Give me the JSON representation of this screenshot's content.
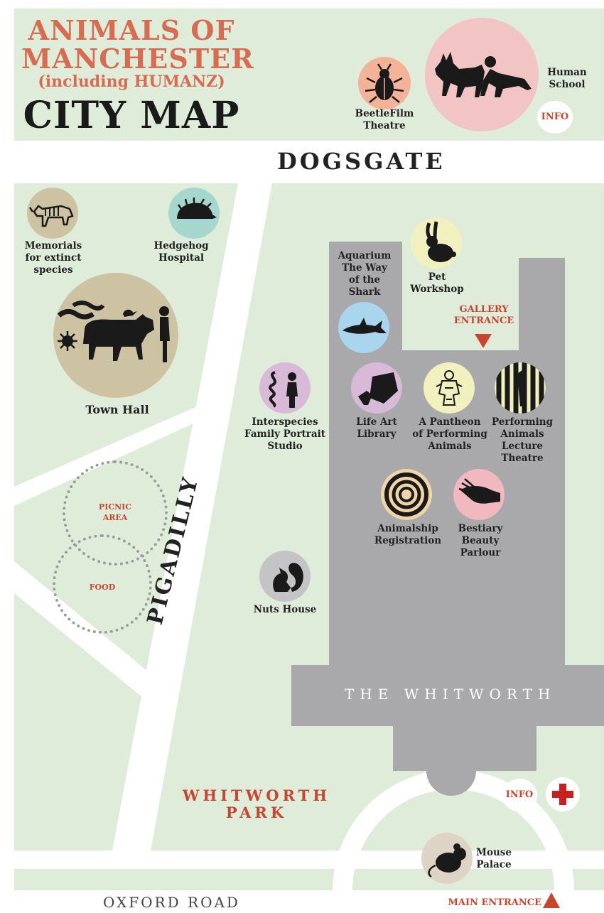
{
  "header": {
    "title_line1": "ANIMALS OF",
    "title_line2": "MANCHESTER",
    "title_line3": "(including HUMANZ)",
    "title_line4": "CITY MAP"
  },
  "roads": {
    "top": "DOGSGATE",
    "diagonal": "PIGADILLY",
    "bottom": "OXFORD ROAD",
    "park": "WHITWORTH\nPARK",
    "building": "THE WHITWORTH"
  },
  "places": {
    "beetle": "BeetleFilm\nTheatre",
    "human_school": "Human\nSchool",
    "info_top": "INFO",
    "memorials": "Memorials\nfor extinct\nspecies",
    "hedgehog": "Hedgehog\nHospital",
    "town_hall": "Town Hall",
    "aquarium": "Aquarium\nThe Way\nof the\nShark",
    "pet_workshop": "Pet\nWorkshop",
    "gallery_entrance": "GALLERY\nENTRANCE",
    "portrait": "Interspecies\nFamily Portrait\nStudio",
    "life_art": "Life Art\nLibrary",
    "pantheon": "A Pantheon\nof Performing\nAnimals",
    "lecture": "Performing\nAnimals\nLecture\nTheatre",
    "registration": "Animalship\nRegistration",
    "beauty": "Bestiary\nBeauty\nParlour",
    "picnic": "PICNIC\nAREA",
    "food": "FOOD",
    "nuts": "Nuts House",
    "info_bottom": "INFO",
    "mouse": "Mouse\nPalace",
    "main_entrance": "MAIN ENTRANCE"
  },
  "colors": {
    "ground": "#deecd9",
    "road": "#ffffff",
    "building": "#a9a9ac",
    "accent": "#c8452f",
    "title": "#d76c50"
  },
  "icons": {
    "beetle": "beetle-icon",
    "dog_human": "dog-and-crawling-human-icon",
    "rhino": "rhino-skeleton-icon",
    "hedgehog": "hedgehog-icon",
    "buffalo": "buffalo-with-bird-and-human-icon",
    "rabbit": "rabbit-icon",
    "shark": "shark-icon",
    "snake_person": "snake-and-person-icon",
    "medical_cross": "red-cross-icon"
  }
}
